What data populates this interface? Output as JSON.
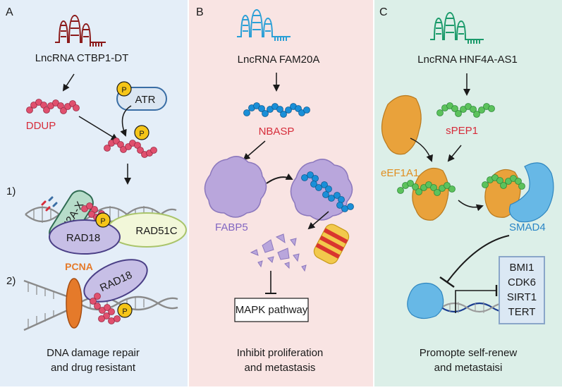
{
  "panels": [
    {
      "letter": "A",
      "bg": "#e4eef8"
    },
    {
      "letter": "B",
      "bg": "#f9e4e3"
    },
    {
      "letter": "C",
      "bg": "#dcefe8"
    }
  ],
  "panel_a": {
    "lncrna_label": "LncRNA CTBP1-DT",
    "peptide_label": "DDUP",
    "kinase_label": "ATR",
    "phospho_label": "P",
    "step1_label": "1)",
    "step2_label": "2)",
    "histone_label": "γH2A-X",
    "rad18_label": "RAD18",
    "rad51c_label": "RAD51C",
    "pcna_label": "PCNA",
    "outcome_line1": "DNA damage repair",
    "outcome_line2": "and drug resistant"
  },
  "panel_b": {
    "lncrna_label": "LncRNA FAM20A",
    "peptide_label": "NBASP",
    "protein_label": "FABP5",
    "pathway_label": "MAPK pathway",
    "outcome_line1": "Inhibit proliferation",
    "outcome_line2": "and metastasis"
  },
  "panel_c": {
    "lncrna_label": "LncRNA HNF4A-AS1",
    "peptide_label": "sPEP1",
    "protein_label": "eEF1A1",
    "smad_label": "SMAD4",
    "targets": [
      "BMI1",
      "CDK6",
      "SIRT1",
      "TERT"
    ],
    "outcome_line1": "Promopte  self-renew",
    "outcome_line2": "and metastaisi"
  },
  "colors": {
    "rna_a": "#8b1a1a",
    "rna_b": "#2a9fd6",
    "rna_c": "#1a9a6a",
    "peptide_pink": "#e0506e",
    "peptide_blue": "#1a8fd8",
    "peptide_green": "#5cc25c",
    "phospho": "#f5c518",
    "purple": "#b9a6dc",
    "orange": "#e9a23b",
    "smad": "#67b8e6"
  }
}
